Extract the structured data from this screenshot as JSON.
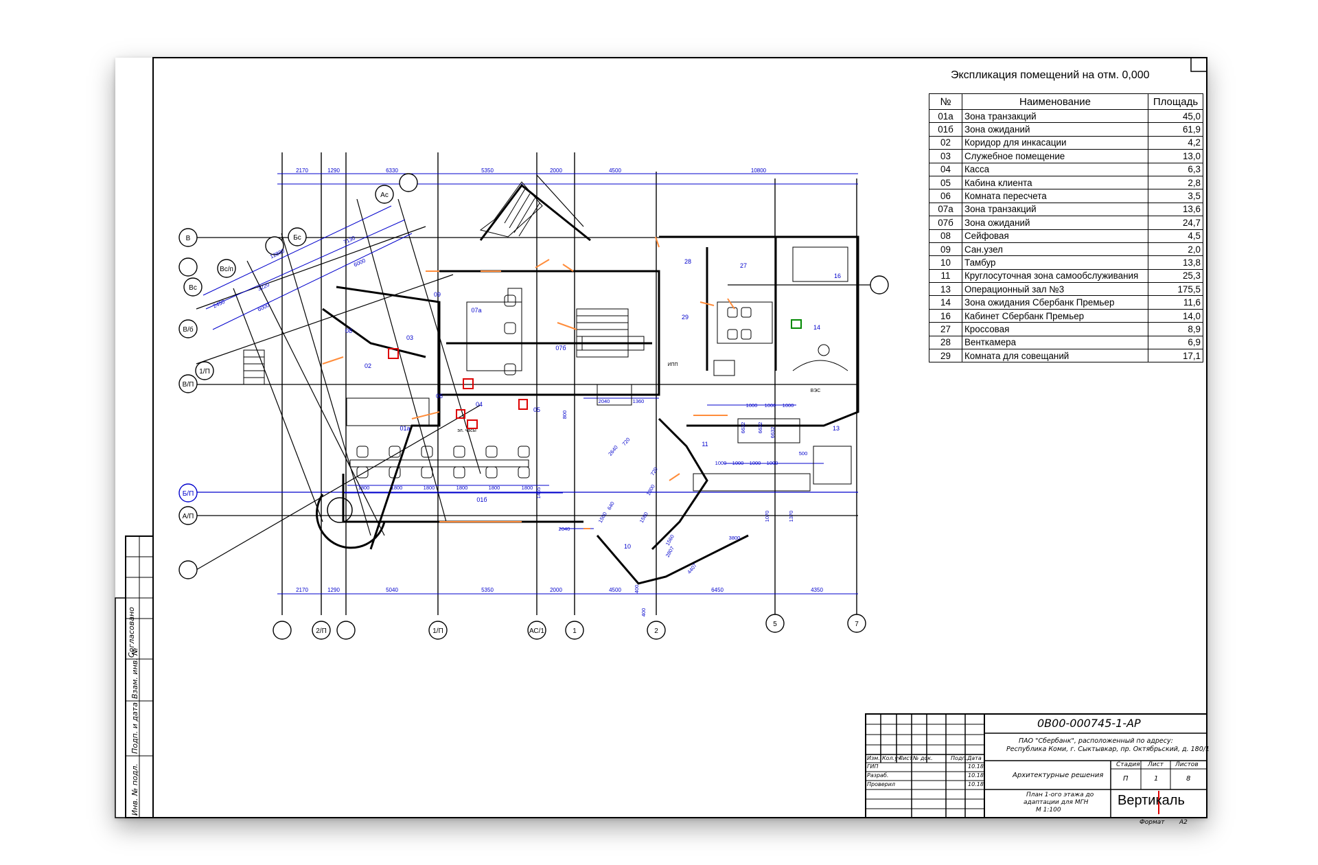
{
  "explication": {
    "title": "Экспликация помещений на отм. 0,000",
    "headers": [
      "№",
      "Наименование",
      "Площадь"
    ],
    "rows": [
      [
        "01а",
        "Зона транзакций",
        "45,0"
      ],
      [
        "01б",
        "Зона ожиданий",
        "61,9"
      ],
      [
        "02",
        "Коридор для инкасации",
        "4,2"
      ],
      [
        "03",
        "Служебное помещение",
        "13,0"
      ],
      [
        "04",
        "Касса",
        "6,3"
      ],
      [
        "05",
        "Кабина клиента",
        "2,8"
      ],
      [
        "06",
        "Комната пересчета",
        "3,5"
      ],
      [
        "07а",
        "Зона транзакций",
        "13,6"
      ],
      [
        "07б",
        "Зона ожиданий",
        "24,7"
      ],
      [
        "08",
        "Сейфовая",
        "4,5"
      ],
      [
        "09",
        "Сан.узел",
        "2,0"
      ],
      [
        "10",
        "Тамбур",
        "13,8"
      ],
      [
        "11",
        "Круглосуточная зона самообслуживания",
        "25,3"
      ],
      [
        "13",
        "Операционный зал №3",
        "175,5"
      ],
      [
        "14",
        "Зона ожидания Сбербанк Премьер",
        "11,6"
      ],
      [
        "16",
        "Кабинет Сбербанк Премьер",
        "14,0"
      ],
      [
        "27",
        "Кроссовая",
        "8,9"
      ],
      [
        "28",
        "Венткамера",
        "6,9"
      ],
      [
        "29",
        "Комната для совещаний",
        "17,1"
      ]
    ]
  },
  "plan": {
    "top_dimensions": [
      "2170",
      "1290",
      "6330",
      "5350",
      "2000",
      "4500",
      "10800"
    ],
    "bottom_dimensions": [
      "2170",
      "1290",
      "5040",
      "5350",
      "2000",
      "4500",
      "6450",
      "4350"
    ],
    "diagonal_dimensions": [
      "12800",
      "7130",
      "6000",
      "3220",
      "2450",
      "6000"
    ],
    "left_axes": [
      "Ас",
      "Бс",
      "В",
      "Вс/п",
      "Вс",
      "В/б",
      "1/П",
      "В/П",
      "Б/П",
      "А/П"
    ],
    "bottom_axes": [
      "2/П",
      "1/П",
      "АС/1",
      "1",
      "2",
      "5",
      "7"
    ],
    "rooms": [
      "09",
      "07а",
      "03",
      "08",
      "02",
      "06",
      "04",
      "05",
      "07б",
      "01а",
      "01б",
      "28",
      "27",
      "29",
      "16",
      "14",
      "11",
      "13",
      "10"
    ],
    "misc_labels": [
      "эл. часы",
      "ВЭС",
      "ИПП"
    ],
    "internal_dimensions": [
      "1800",
      "1800",
      "1800",
      "1800",
      "1800",
      "1800",
      "1000",
      "1000",
      "1000",
      "1000",
      "1000",
      "1000",
      "1000",
      "2040",
      "1360",
      "800",
      "1455",
      "2040",
      "500",
      "720",
      "2640",
      "720",
      "1300",
      "640",
      "1500",
      "1580",
      "1560",
      "2807",
      "3800",
      "1070",
      "1370",
      "4407",
      "400",
      "400",
      "6632",
      "6632",
      "6632"
    ]
  },
  "title_block": {
    "doc_code": "0В00-000745-1-АР",
    "client": "ПАО \"Сбербанк\", расположенный по адресу:",
    "address": "Республика Коми, г. Сыктывкар, пр. Октябрьский, д. 180/1",
    "section": "Архитектурные решения",
    "sheet_title_1": "План 1-ого этажа до",
    "sheet_title_2": "адаптации для МГН",
    "scale": "М 1:100",
    "col_headers": [
      "Изм.",
      "Кол.уч",
      "Лист",
      "№ док.",
      "Подп.",
      "Дата"
    ],
    "roles": [
      "ГИП",
      "Разраб.",
      "Проверил"
    ],
    "dates": [
      "10.18",
      "10.18",
      "10.18"
    ],
    "stage_label": "Стадия",
    "sheet_label": "Лист",
    "sheets_label": "Листов",
    "stage": "П",
    "sheet": "1",
    "sheets": "8",
    "company": "Вертикаль",
    "format_label": "Формат",
    "format": "А2"
  },
  "side_stamp": [
    "Согласовано",
    "Взам. инв. №",
    "Подп. и дата",
    "Инв. № подл."
  ],
  "colors": {
    "dimension": "#0000cc",
    "accent": "#ff8c3a",
    "marker": "#dd0000",
    "line": "#000000"
  }
}
